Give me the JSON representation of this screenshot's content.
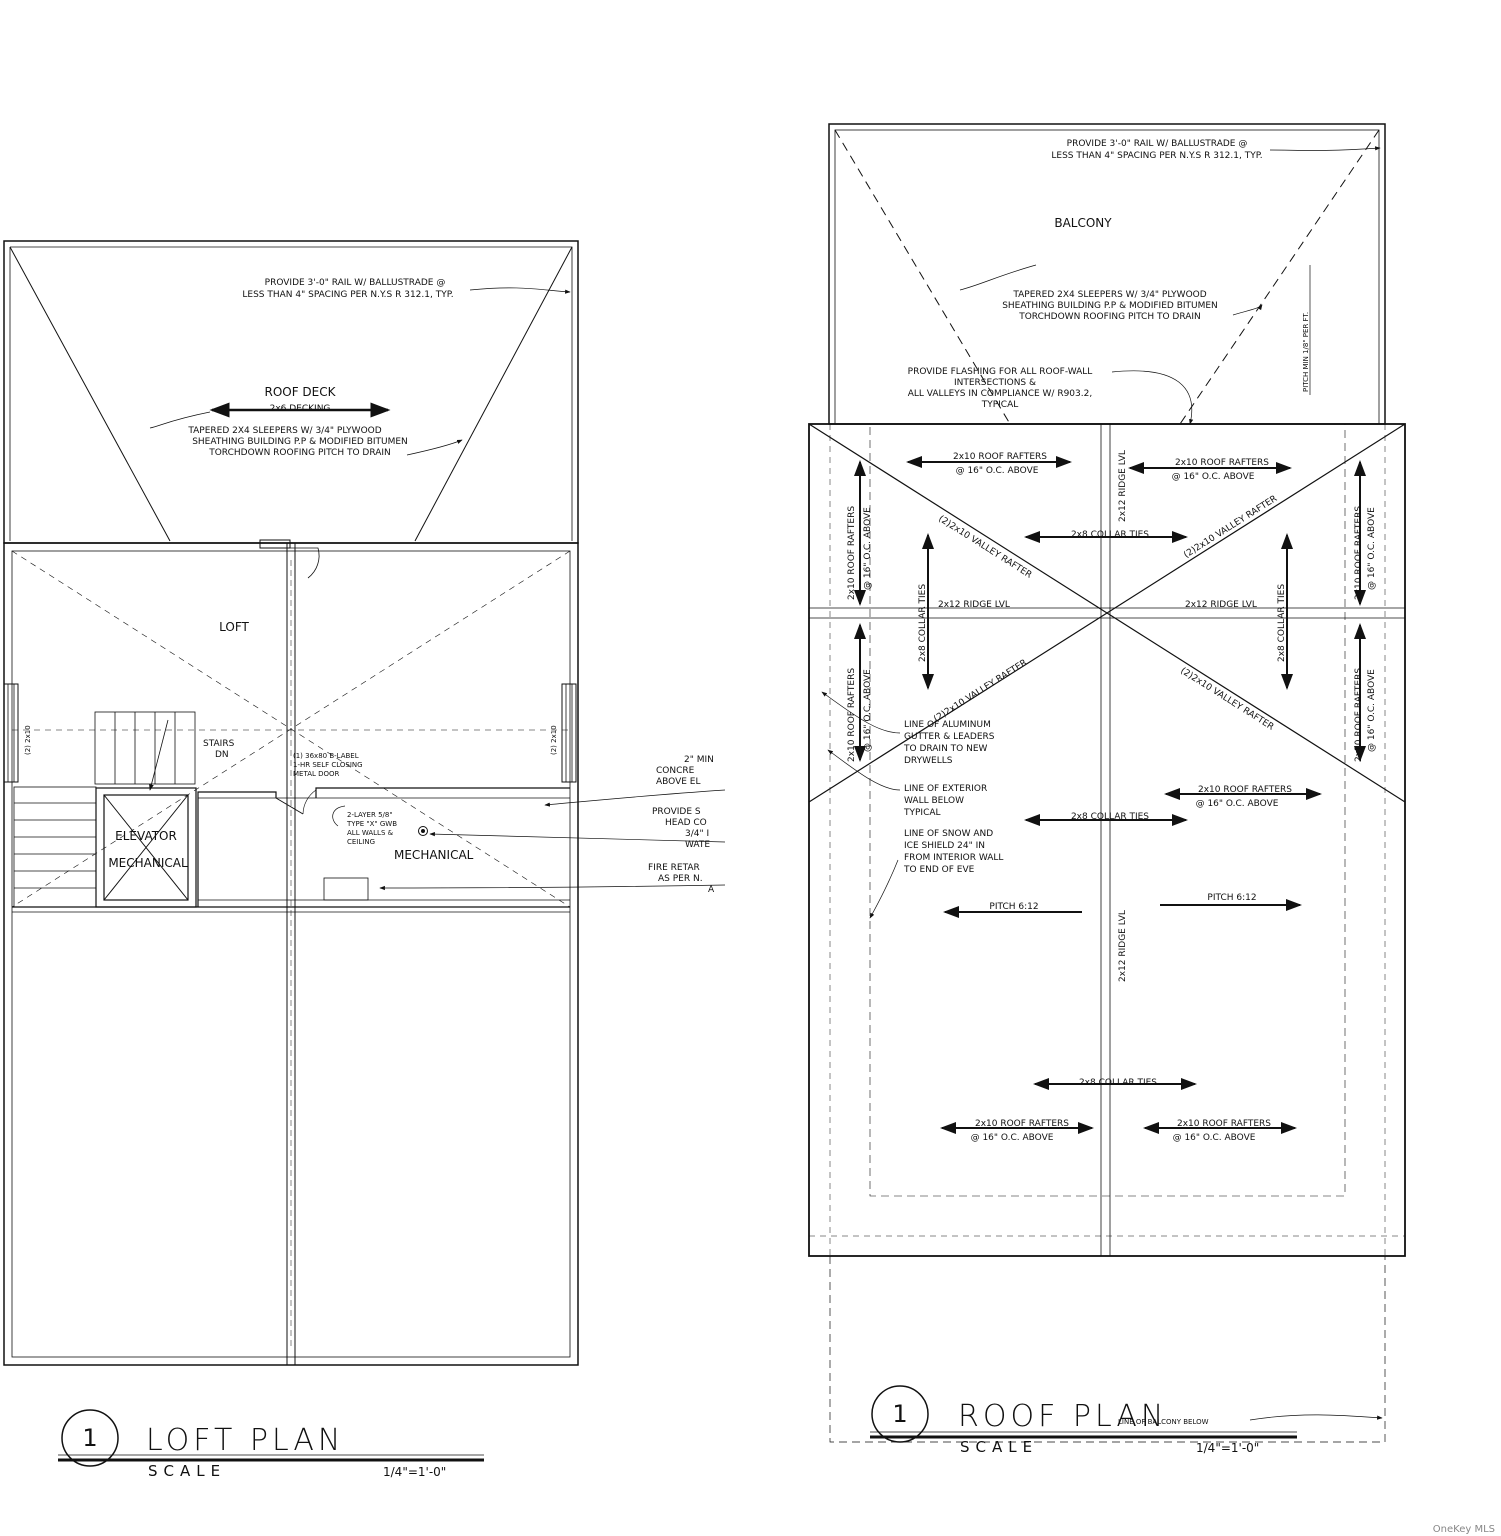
{
  "loft_plan": {
    "number": "1",
    "title": "LOFT PLAN",
    "scale_label": "SCALE",
    "scale_value": "1/4\"=1'-0\"",
    "rail_note": [
      "PROVIDE 3'-0\" RAIL W/ BALLUSTRADE @",
      "LESS THAN 4\" SPACING PER N.Y.S R 312.1, TYP."
    ],
    "roof_deck": "ROOF DECK",
    "decking": "2x6 DECKING",
    "sleepers_note": [
      "TAPERED 2X4 SLEEPERS W/ 3/4\" PLYWOOD",
      "SHEATHING BUILDING P.P & MODIFIED BITUMEN",
      "TORCHDOWN ROOFING PITCH TO DRAIN"
    ],
    "loft": "LOFT",
    "stairs": [
      "STAIRS",
      "DN"
    ],
    "header_left": "(2) 2x10",
    "header_right": "(2) 2x10",
    "door_note": [
      "(1) 36x80 B-LABEL",
      "1-HR SELF CLOSING",
      "METAL DOOR"
    ],
    "gwb_note": [
      "2-LAYER 5/8\"",
      "TYPE \"X\" GWB",
      "ALL WALLS &",
      "CEILING"
    ],
    "mechanical": "MECHANICAL",
    "elevator": [
      "ELEVATOR",
      "MECHANICAL"
    ],
    "right_notes": [
      [
        "2\" MIN",
        "CONCRE",
        "ABOVE EL"
      ],
      [
        "PROVIDE S",
        "HEAD CO",
        "3/4\" I",
        "WATE"
      ],
      [
        "FIRE RETAR",
        "AS PER N.",
        "A"
      ]
    ]
  },
  "roof_plan": {
    "number": "1",
    "title": "ROOF PLAN",
    "scale_label": "SCALE",
    "scale_value": "1/4\"=1'-0\"",
    "rail_note": [
      "PROVIDE 3'-0\" RAIL W/ BALLUSTRADE @",
      "LESS THAN 4\" SPACING PER N.Y.S R 312.1, TYP."
    ],
    "balcony": "BALCONY",
    "sleepers_note": [
      "TAPERED 2X4 SLEEPERS W/ 3/4\" PLYWOOD",
      "SHEATHING BUILDING P.P & MODIFIED BITUMEN",
      "TORCHDOWN ROOFING PITCH TO DRAIN"
    ],
    "pitch_min": "PITCH MIN 1/8\" PER FT.",
    "flashing_note": [
      "PROVIDE FLASHING FOR ALL ROOF-WALL",
      "INTERSECTIONS &",
      "ALL VALLEYS IN COMPLIANCE W/ R903.2,",
      "TYPICAL"
    ],
    "rafters": [
      "2x10 ROOF RAFTERS",
      "@ 16\" O.C. ABOVE"
    ],
    "ridge": "2x12 RIDGE LVL",
    "collar": "2x8 COLLAR TIES",
    "valley": "(2)2x10 VALLEY RAFTER",
    "gutter_note": [
      "LINE OF ALUMINUM",
      "GUTTER & LEADERS",
      "TO DRAIN TO NEW",
      "DRYWELLS"
    ],
    "ext_wall_note": [
      "LINE OF EXTERIOR",
      "WALL BELOW",
      "TYPICAL"
    ],
    "snow_note": [
      "LINE OF SNOW AND",
      "ICE SHIELD 24\" IN",
      "FROM INTERIOR WALL",
      "TO END OF EVE"
    ],
    "pitch": "PITCH 6:12",
    "balcony_below": "LINE OF BALCONY BELOW"
  },
  "watermark": "OneKey MLS"
}
